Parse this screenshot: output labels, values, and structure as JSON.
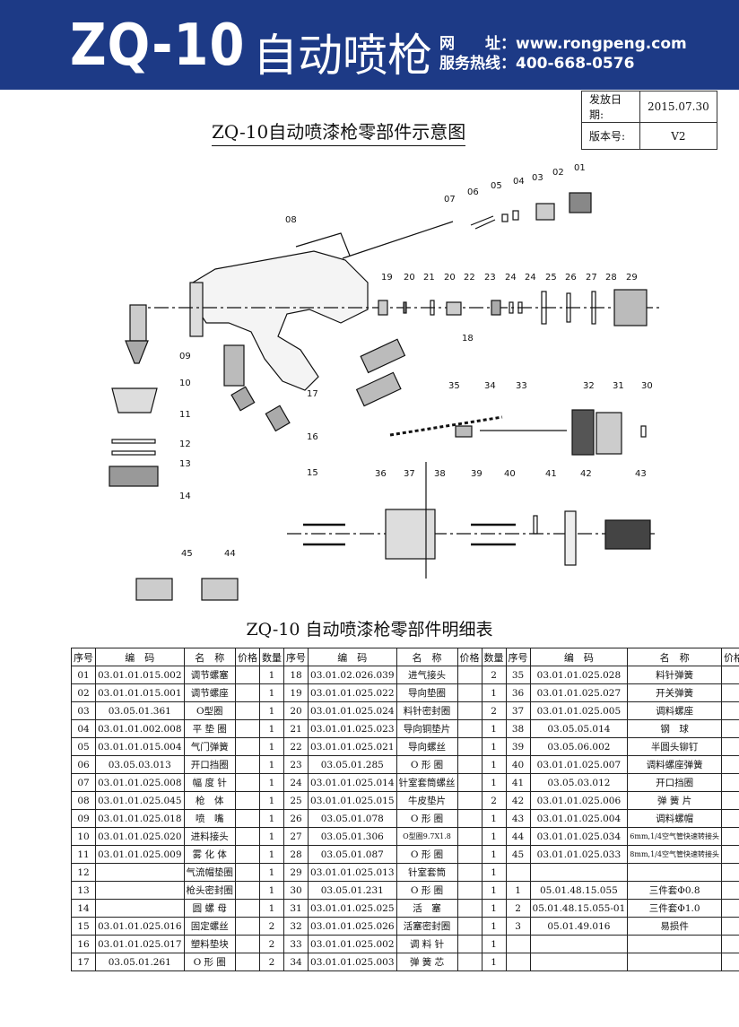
{
  "header": {
    "model": "ZQ-10",
    "product_name": "自动喷枪",
    "website_label": "网　　址：",
    "website": "www.rongpeng.com",
    "hotline_label": "服务热线：",
    "hotline": "400-668-0576"
  },
  "issue_info": {
    "date_label": "发放日期:",
    "date": "2015.07.30",
    "version_label": "版本号:",
    "version": "V2"
  },
  "diagram_title": "ZQ-10自动喷漆枪零部件示意图",
  "callouts": [
    "01",
    "02",
    "03",
    "04",
    "05",
    "06",
    "07",
    "08",
    "09",
    "10",
    "11",
    "12",
    "13",
    "14",
    "15",
    "16",
    "17",
    "18",
    "19",
    "20",
    "21",
    "20",
    "22",
    "23",
    "24",
    "24",
    "25",
    "26",
    "27",
    "28",
    "29",
    "30",
    "31",
    "32",
    "33",
    "34",
    "35",
    "36",
    "37",
    "38",
    "39",
    "40",
    "41",
    "42",
    "43",
    "44",
    "45"
  ],
  "table_title": "ZQ-10 自动喷漆枪零部件明细表",
  "table_headers": [
    "序号",
    "编　码",
    "名　称",
    "价格",
    "数量"
  ],
  "rows": [
    [
      [
        "01",
        "03.01.01.015.002",
        "调节螺塞",
        "",
        "1"
      ],
      [
        "18",
        "03.01.02.026.039",
        "进气接头",
        "",
        "2"
      ],
      [
        "35",
        "03.01.01.025.028",
        "料针弹簧",
        "",
        "1"
      ]
    ],
    [
      [
        "02",
        "03.01.01.015.001",
        "调节螺座",
        "",
        "1"
      ],
      [
        "19",
        "03.01.01.025.022",
        "导向垫圈",
        "",
        "1"
      ],
      [
        "36",
        "03.01.01.025.027",
        "开关弹簧",
        "",
        "1"
      ]
    ],
    [
      [
        "03",
        "03.05.01.361",
        "O型圈",
        "",
        "1"
      ],
      [
        "20",
        "03.01.01.025.024",
        "料针密封圈",
        "",
        "2"
      ],
      [
        "37",
        "03.01.01.025.005",
        "调料螺座",
        "",
        "1"
      ]
    ],
    [
      [
        "04",
        "03.01.01.002.008",
        "平 垫 圈",
        "",
        "1"
      ],
      [
        "21",
        "03.01.01.025.023",
        "导向铜垫片",
        "",
        "1"
      ],
      [
        "38",
        "03.05.05.014",
        "钢　球",
        "",
        "1"
      ]
    ],
    [
      [
        "05",
        "03.01.01.015.004",
        "气门弹簧",
        "",
        "1"
      ],
      [
        "22",
        "03.01.01.025.021",
        "导向螺丝",
        "",
        "1"
      ],
      [
        "39",
        "03.05.06.002",
        "半圆头铆钉",
        "",
        "1"
      ]
    ],
    [
      [
        "06",
        "03.05.03.013",
        "开口挡圈",
        "",
        "1"
      ],
      [
        "23",
        "03.05.01.285",
        "O 形 圈",
        "",
        "1"
      ],
      [
        "40",
        "03.01.01.025.007",
        "调料螺座弹簧",
        "",
        "1"
      ]
    ],
    [
      [
        "07",
        "03.01.01.025.008",
        "幅 度 针",
        "",
        "1"
      ],
      [
        "24",
        "03.01.01.025.014",
        "针室套筒螺丝",
        "",
        "1"
      ],
      [
        "41",
        "03.05.03.012",
        "开口挡圈",
        "",
        "1"
      ]
    ],
    [
      [
        "08",
        "03.01.01.025.045",
        "枪　体",
        "",
        "1"
      ],
      [
        "25",
        "03.01.01.025.015",
        "牛皮垫片",
        "",
        "2"
      ],
      [
        "42",
        "03.01.01.025.006",
        "弹 簧 片",
        "",
        "1"
      ]
    ],
    [
      [
        "09",
        "03.01.01.025.018",
        "喷　嘴",
        "",
        "1"
      ],
      [
        "26",
        "03.05.01.078",
        "O 形 圈",
        "",
        "1"
      ],
      [
        "43",
        "03.01.01.025.004",
        "调料螺帽",
        "",
        "1"
      ]
    ],
    [
      [
        "10",
        "03.01.01.025.020",
        "进料接头",
        "",
        "1"
      ],
      [
        "27",
        "03.05.01.306",
        "O型圈9.7X1.8",
        "",
        "1"
      ],
      [
        "44",
        "03.01.01.025.034",
        "6mm,1/4空气管快速转接头",
        "",
        "1"
      ]
    ],
    [
      [
        "11",
        "03.01.01.025.009",
        "雾 化 体",
        "",
        "1"
      ],
      [
        "28",
        "03.05.01.087",
        "O 形 圈",
        "",
        "1"
      ],
      [
        "45",
        "03.01.01.025.033",
        "8mm,1/4空气管快速转接头",
        "",
        "1"
      ]
    ],
    [
      [
        "12",
        "",
        "气流帽垫圈",
        "",
        "1"
      ],
      [
        "29",
        "03.01.01.025.013",
        "针室套筒",
        "",
        "1"
      ],
      [
        "",
        "",
        "",
        "",
        ""
      ]
    ],
    [
      [
        "13",
        "",
        "枪头密封圈",
        "",
        "1"
      ],
      [
        "30",
        "03.05.01.231",
        "O 形 圈",
        "",
        "1"
      ],
      [
        "1",
        "05.01.48.15.055",
        "三件套Φ0.8",
        "",
        "1"
      ]
    ],
    [
      [
        "14",
        "",
        "圆 螺 母",
        "",
        "1"
      ],
      [
        "31",
        "03.01.01.025.025",
        "活　塞",
        "",
        "1"
      ],
      [
        "2",
        "05.01.48.15.055-01",
        "三件套Φ1.0",
        "",
        "1"
      ]
    ],
    [
      [
        "15",
        "03.01.01.025.016",
        "固定螺丝",
        "",
        "2"
      ],
      [
        "32",
        "03.01.01.025.026",
        "活塞密封圈",
        "",
        "1"
      ],
      [
        "3",
        "05.01.49.016",
        "易损件",
        "",
        "1"
      ]
    ],
    [
      [
        "16",
        "03.01.01.025.017",
        "塑料垫块",
        "",
        "2"
      ],
      [
        "33",
        "03.01.01.025.002",
        "调 料 针",
        "",
        "1"
      ],
      [
        "",
        "",
        "",
        "",
        ""
      ]
    ],
    [
      [
        "17",
        "03.05.01.261",
        "O 形 圈",
        "",
        "2"
      ],
      [
        "34",
        "03.01.01.025.003",
        "弹 簧 芯",
        "",
        "1"
      ],
      [
        "",
        "",
        "",
        "",
        ""
      ]
    ]
  ]
}
